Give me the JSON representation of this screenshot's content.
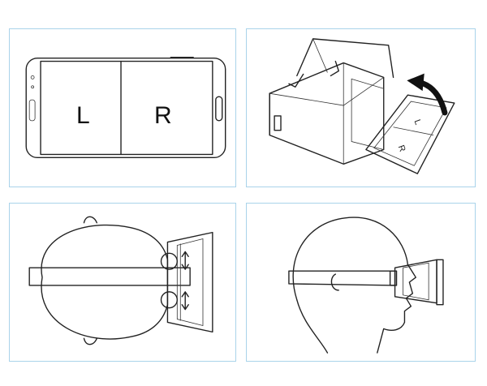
{
  "panels": {
    "phone": {
      "left_label": "L",
      "right_label": "R"
    },
    "headset": {
      "lens_left_label": "L",
      "lens_right_label": "R"
    }
  },
  "colors": {
    "panel_border": "#a9d3ea",
    "line": "#222222",
    "background": "#ffffff"
  }
}
